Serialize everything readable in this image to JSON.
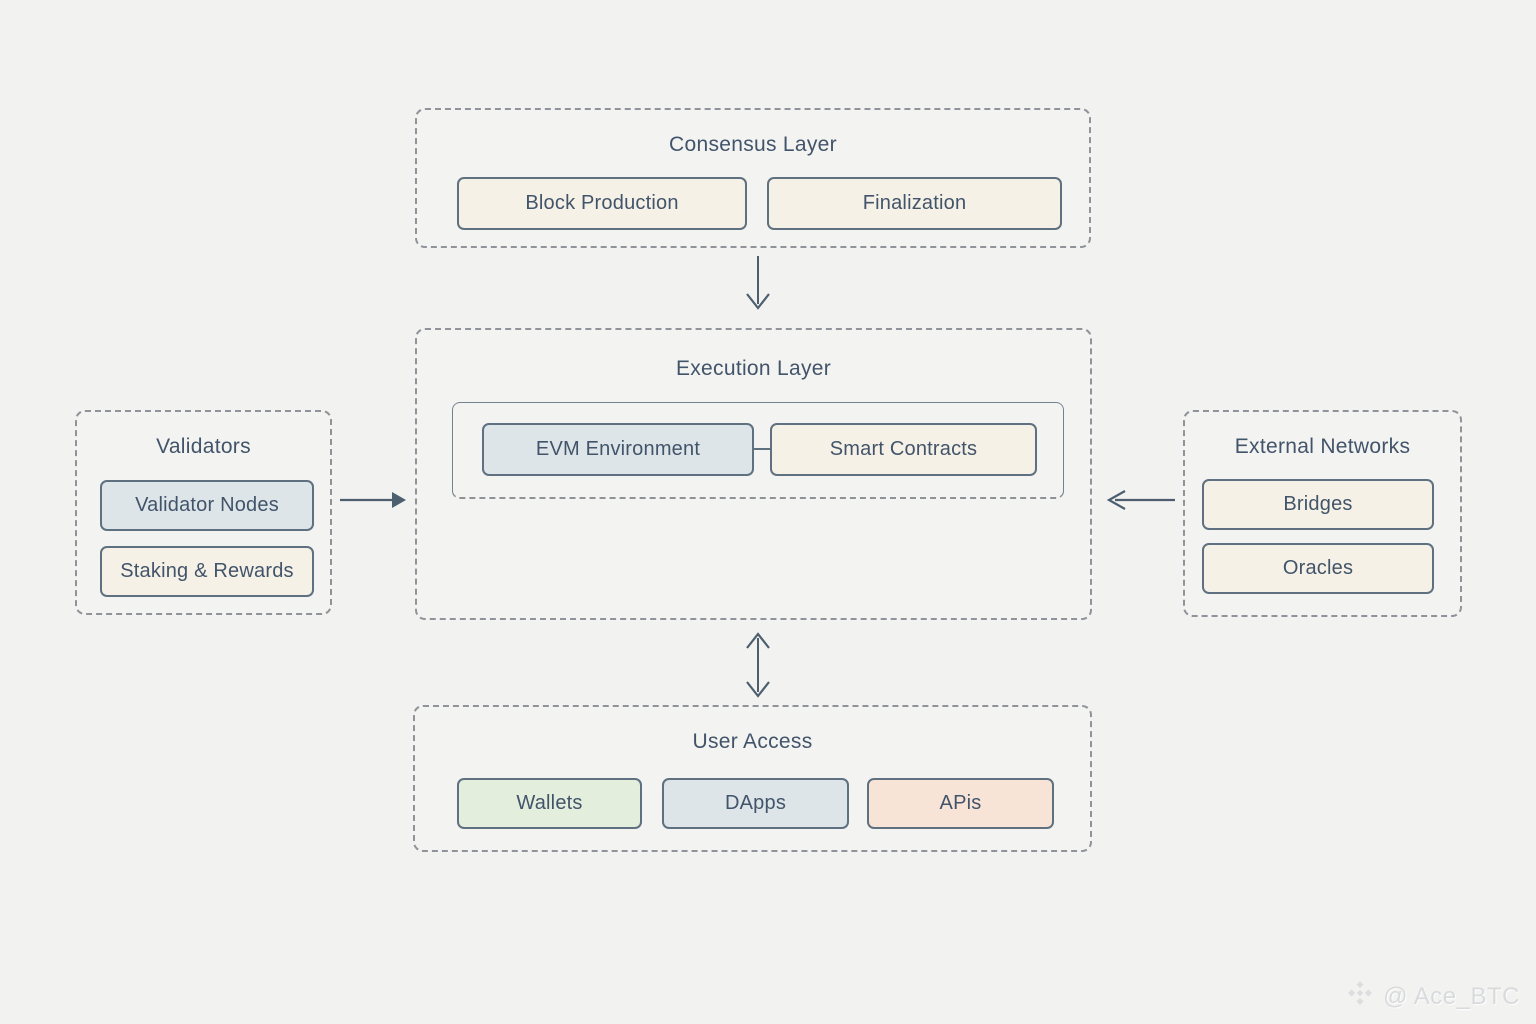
{
  "colors": {
    "background": "#f2f2f0",
    "dashed_border": "#90939a",
    "node_border": "#5f7181",
    "text": "#42546a",
    "cream_fill": "#f6f1e7",
    "blue_gray_fill": "#dde5e9",
    "green_fill": "#e4eedd",
    "peach_fill": "#f8e4d7",
    "arrow": "#4d5e6f",
    "watermark": "#d9dadd"
  },
  "diagram": {
    "consensus": {
      "title": "Consensus Layer",
      "items": [
        {
          "label": "Block Production"
        },
        {
          "label": "Finalization"
        }
      ]
    },
    "execution": {
      "title": "Execution Layer",
      "items": [
        {
          "label": "EVM Environment"
        },
        {
          "label": "Smart Contracts"
        }
      ]
    },
    "validators": {
      "title": "Validators",
      "items": [
        {
          "label": "Validator Nodes"
        },
        {
          "label": "Staking & Rewards"
        }
      ]
    },
    "external_networks": {
      "title": "External Networks",
      "items": [
        {
          "label": "Bridges"
        },
        {
          "label": "Oracles"
        }
      ]
    },
    "user_access": {
      "title": "User Access",
      "items": [
        {
          "label": "Wallets"
        },
        {
          "label": "DApps"
        },
        {
          "label": "APis"
        }
      ]
    }
  },
  "watermark": {
    "handle": "@ Ace_BTC",
    "icon": "binance-logo-icon"
  }
}
